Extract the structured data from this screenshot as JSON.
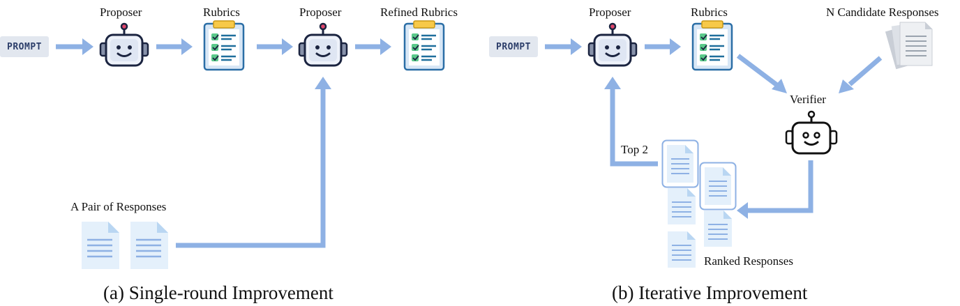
{
  "panel_a": {
    "prompt": "PROMPT",
    "proposer_1": "Proposer",
    "rubrics": "Rubrics",
    "proposer_2": "Proposer",
    "refined_rubrics": "Refined Rubrics",
    "pair_label": "A Pair of Responses",
    "caption": "(a) Single-round Improvement"
  },
  "panel_b": {
    "prompt": "PROMPT",
    "proposer": "Proposer",
    "rubrics": "Rubrics",
    "candidates": "N Candidate Responses",
    "verifier": "Verifier",
    "top2": "Top 2",
    "ranked": "Ranked Responses",
    "caption": "(b) Iterative Improvement"
  },
  "colors": {
    "arrow": "#8eb1e4",
    "robot": "#1b2440",
    "robot_face": "#eef2fa",
    "doc": "#e4f0fb",
    "clipboard": "#d8e7f6"
  }
}
